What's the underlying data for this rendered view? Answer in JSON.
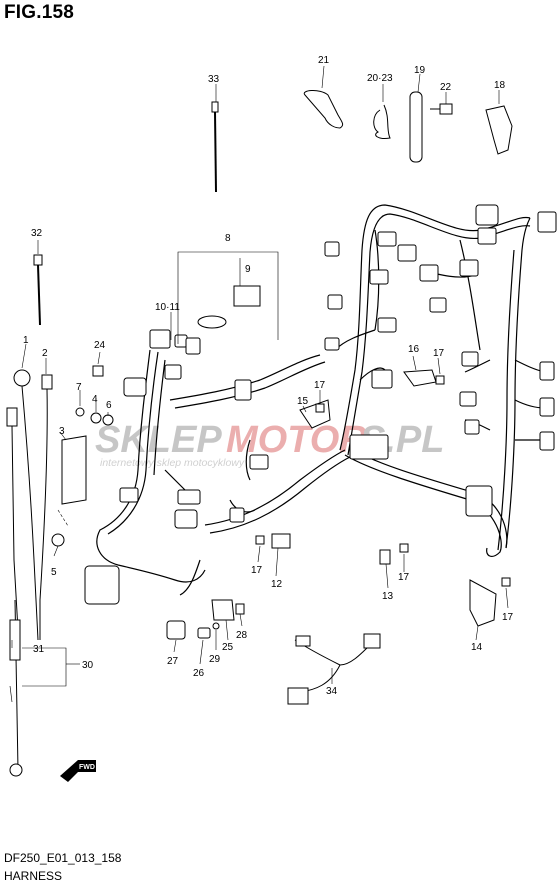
{
  "figure": {
    "title": "FIG.158",
    "code": "DF250_E01_013_158",
    "name": "HARNESS"
  },
  "watermark": {
    "left": "SKLEP",
    "right": "MOTOR",
    "suffix": "S.PL",
    "tagline": "internetowy sklep motocyklowy",
    "left_color": "#bdbdbd",
    "right_color": "#e8a0a0"
  },
  "fwd_label": "FWD",
  "callouts": [
    {
      "id": "c1",
      "text": "1"
    },
    {
      "id": "c2",
      "text": "2"
    },
    {
      "id": "c3",
      "text": "3"
    },
    {
      "id": "c4",
      "text": "4"
    },
    {
      "id": "c5",
      "text": "5"
    },
    {
      "id": "c6",
      "text": "6"
    },
    {
      "id": "c7",
      "text": "7"
    },
    {
      "id": "c8",
      "text": "8"
    },
    {
      "id": "c9",
      "text": "9"
    },
    {
      "id": "c1011",
      "text": "10·11"
    },
    {
      "id": "c12",
      "text": "12"
    },
    {
      "id": "c13",
      "text": "13"
    },
    {
      "id": "c14",
      "text": "14"
    },
    {
      "id": "c15",
      "text": "15"
    },
    {
      "id": "c16",
      "text": "16"
    },
    {
      "id": "c17a",
      "text": "17"
    },
    {
      "id": "c17b",
      "text": "17"
    },
    {
      "id": "c17c",
      "text": "17"
    },
    {
      "id": "c17d",
      "text": "17"
    },
    {
      "id": "c17e",
      "text": "17"
    },
    {
      "id": "c18",
      "text": "18"
    },
    {
      "id": "c19",
      "text": "19"
    },
    {
      "id": "c2023",
      "text": "20·23"
    },
    {
      "id": "c21",
      "text": "21"
    },
    {
      "id": "c22",
      "text": "22"
    },
    {
      "id": "c24",
      "text": "24"
    },
    {
      "id": "c25",
      "text": "25"
    },
    {
      "id": "c26",
      "text": "26"
    },
    {
      "id": "c27",
      "text": "27"
    },
    {
      "id": "c28",
      "text": "28"
    },
    {
      "id": "c29",
      "text": "29"
    },
    {
      "id": "c30",
      "text": "30"
    },
    {
      "id": "c31",
      "text": "31"
    },
    {
      "id": "c32",
      "text": "32"
    },
    {
      "id": "c33",
      "text": "33"
    },
    {
      "id": "c34",
      "text": "34"
    }
  ]
}
